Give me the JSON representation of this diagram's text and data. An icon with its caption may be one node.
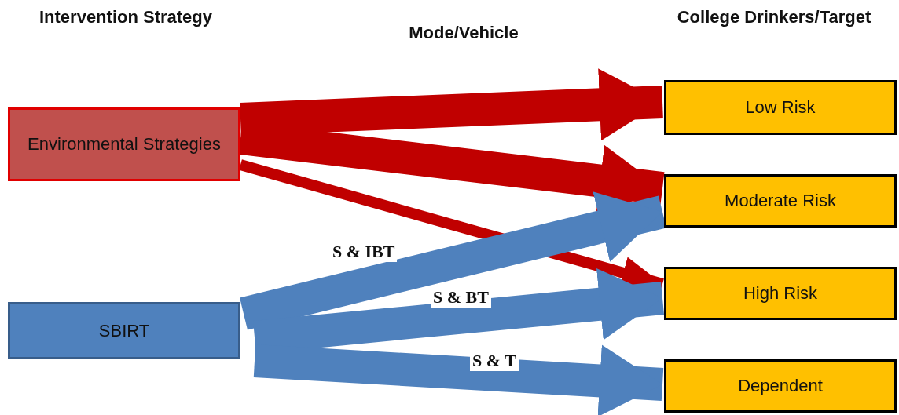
{
  "diagram": {
    "nodes": [
      {
        "text": [
          "Environmental Strategies"
        ]
      },
      {
        "text": [
          "SBIRT"
        ]
      },
      {
        "text": [
          "Low Risk"
        ]
      },
      {
        "text": [
          "Moderate Risk"
        ]
      },
      {
        "text": [
          "High Risk"
        ]
      },
      {
        "text": [
          "Dependent"
        ]
      }
    ],
    "edges": [
      {
        "from": 0,
        "to": 2,
        "arrow": "to",
        "color": "#c00000"
      },
      {
        "from": 0,
        "to": 3,
        "arrow": "to",
        "color": "#c00000"
      },
      {
        "from": 0,
        "to": 4,
        "arrow": "to",
        "color": "#c00000"
      },
      {
        "from": 1,
        "to": 3,
        "arrow": "to",
        "color": "#4f81bd",
        "label": "S & IBT"
      },
      {
        "from": 1,
        "to": 4,
        "arrow": "to",
        "color": "#4f81bd",
        "label": "S & BT"
      },
      {
        "from": 1,
        "to": 5,
        "arrow": "to",
        "color": "#4f81bd",
        "label": "S & T"
      }
    ],
    "labels": [
      "Intervention Strategy",
      "Mode/Vehicle",
      "College Drinkers/Target"
    ]
  }
}
